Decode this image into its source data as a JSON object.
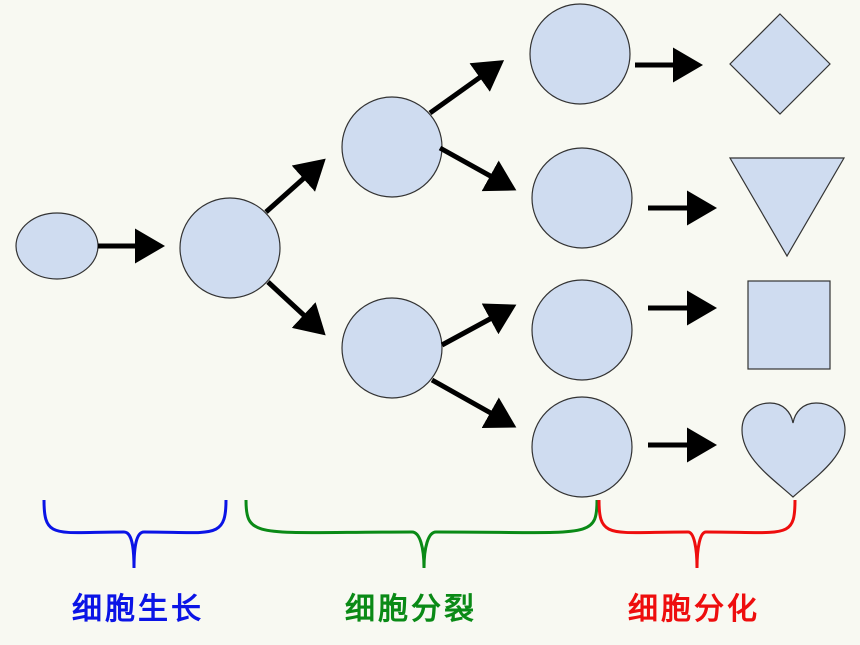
{
  "labels": {
    "growth": "细胞生长",
    "division": "细胞分裂",
    "differentiation": "细胞分化"
  },
  "colors": {
    "cell_fill": "#cfdcf0",
    "cell_stroke": "#333333",
    "arrow": "#000000",
    "growth": "#0b14e6",
    "division": "#0a8a16",
    "differentiation": "#ee0e0e",
    "background": "#f8f9f2"
  },
  "shapes": [
    "diamond-shape",
    "triangle-shape",
    "square-shape",
    "heart-shape"
  ]
}
